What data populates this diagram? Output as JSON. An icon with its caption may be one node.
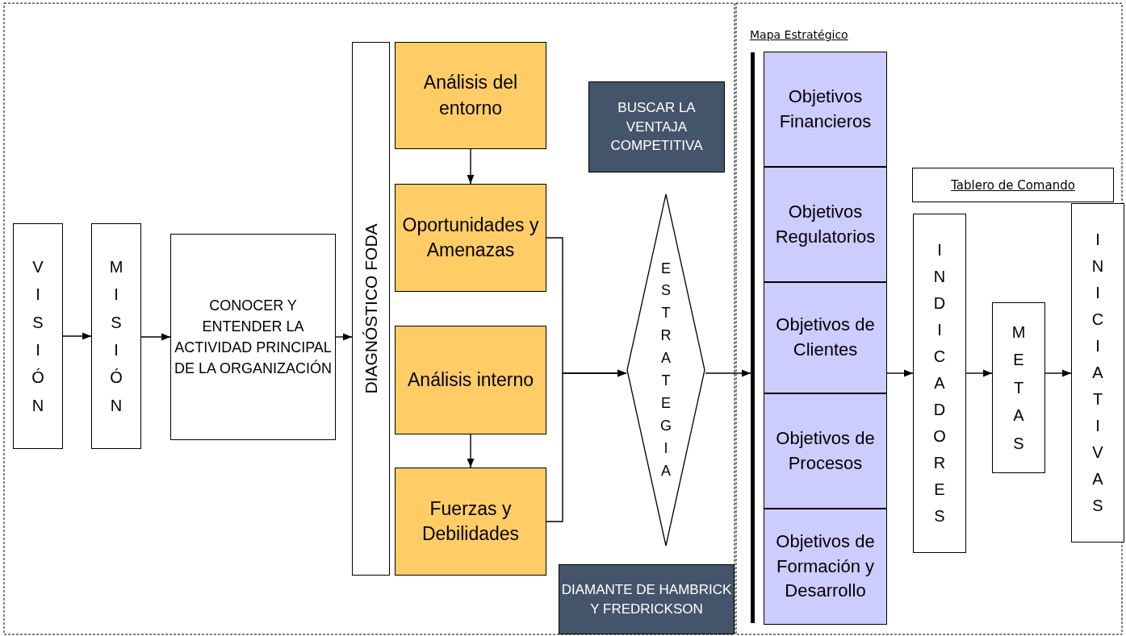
{
  "diagram": {
    "nodes": [
      {
        "text": [
          "VISIÓN"
        ]
      },
      {
        "text": [
          "MISIÓN"
        ]
      },
      {
        "text": [
          "CONOCER Y ENTENDER LA ACTIVIDAD PRINCIPAL DE LA ORGANIZACIÓN"
        ]
      },
      {
        "text": [
          "DIAGNÓSTICO FODA"
        ]
      },
      {
        "text": [
          "Análisis del entorno"
        ]
      },
      {
        "text": [
          "Oportunidades y Amenazas"
        ]
      },
      {
        "text": [
          "Análisis interno"
        ]
      },
      {
        "text": [
          "Fuerzas y Debilidades"
        ]
      },
      {
        "text": [
          "BUSCAR LA VENTAJA COMPETITIVA"
        ]
      },
      {
        "text": [
          "ESTRATEGIA"
        ]
      },
      {
        "text": [
          "DIAMANTE DE HAMBRICK Y FREDRICKSON"
        ]
      },
      {
        "text": [],
        "shape": "bar"
      },
      {
        "text": [
          "Objetivos Financieros"
        ]
      },
      {
        "text": [
          "Objetivos Regulatorios"
        ]
      },
      {
        "text": [
          "Objetivos de Clientes"
        ]
      },
      {
        "text": [
          "Objetivos de Procesos"
        ]
      },
      {
        "text": [
          "Objetivos de Formación y Desarrollo"
        ]
      },
      {
        "text": [
          "Tablero de Comando"
        ]
      },
      {
        "text": [
          "INDICADORES"
        ]
      },
      {
        "text": [
          "METAS"
        ]
      },
      {
        "text": [
          "INICIATIVAS"
        ]
      }
    ],
    "edges": [
      {
        "from": 0,
        "to": 1,
        "arrow": "to"
      },
      {
        "from": 1,
        "to": 2,
        "arrow": "to"
      },
      {
        "from": 2,
        "to": 3,
        "arrow": "to"
      },
      {
        "from": 4,
        "to": 5,
        "arrow": "to"
      },
      {
        "from": 6,
        "to": 7,
        "arrow": "to"
      },
      {
        "from": 5,
        "to": 9,
        "arrow": "to"
      },
      {
        "from": 7,
        "to": 9,
        "arrow": "to"
      },
      {
        "from": 9,
        "to": 11,
        "arrow": "to"
      },
      {
        "from": 14,
        "to": 18,
        "arrow": "to"
      },
      {
        "from": 18,
        "to": 19,
        "arrow": "to"
      },
      {
        "from": 19,
        "to": 20,
        "arrow": "to"
      }
    ],
    "labels": [
      "Mapa Estratégico"
    ]
  }
}
